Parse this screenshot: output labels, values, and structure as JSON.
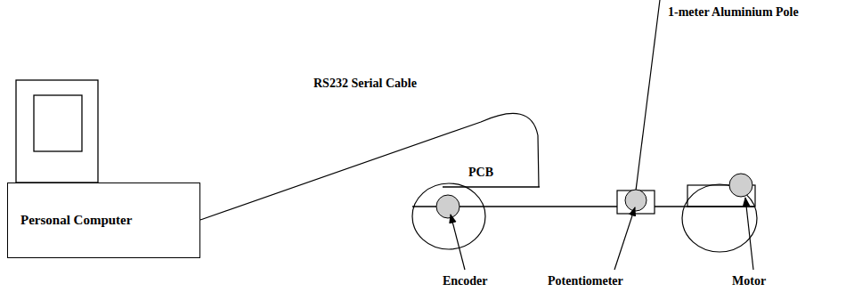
{
  "diagram": {
    "nodes": [
      {
        "text": [
          "Personal Computer"
        ]
      }
    ],
    "labels": [
      "RS232 Serial Cable",
      "PCB",
      "1-meter Aluminium Pole",
      "Encoder",
      "Potentiometer",
      "Motor"
    ]
  }
}
